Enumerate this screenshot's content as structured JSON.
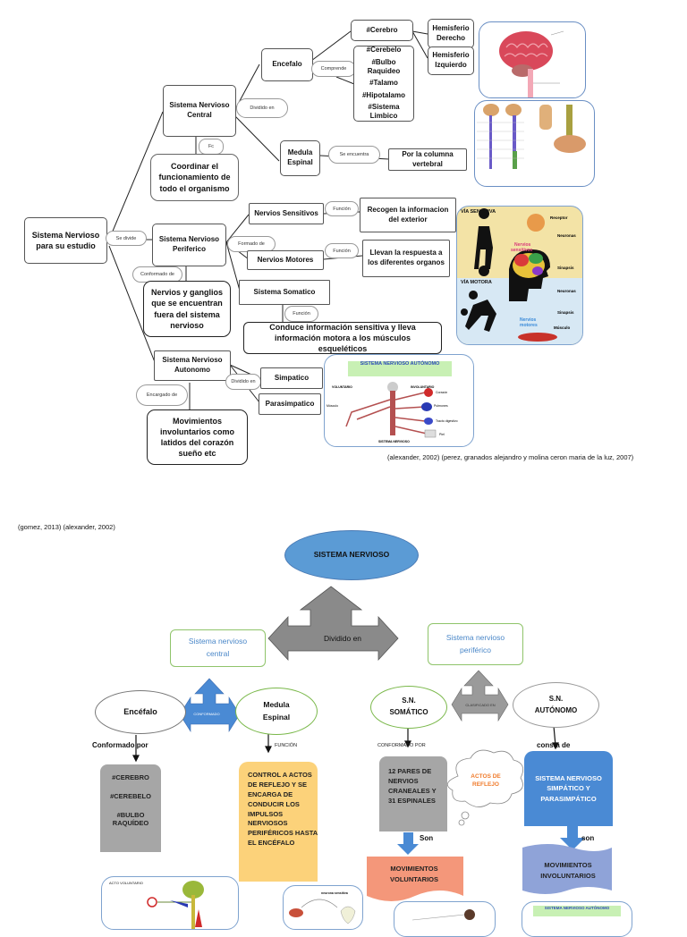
{
  "top_map": {
    "root": "Sistema Nervioso para su estudio",
    "root_link": "Se divide",
    "snc": {
      "title": "Sistema Nervioso Central",
      "link": "Dividido en",
      "fn_link": "Fc",
      "function": "Coordinar el funcionamiento de todo el organismo",
      "encefalo": {
        "title": "Encefalo",
        "link": "Comprende",
        "cerebro": "#Cerebro",
        "hemisferio_derecho": "Hemisferio Derecho",
        "hemisferio_izquierdo": "Hemisferio Izquierdo",
        "parts": [
          "#Cerebelo",
          "#Bulbo Raquideo",
          "#Talamo",
          "#Hipotalamo",
          "#Sistema Limbico"
        ]
      },
      "medula": {
        "title": "Medula Espinal",
        "link": "Se encuentra",
        "location": "Por la columna vertebral"
      }
    },
    "snp": {
      "title": "Sistema Nervioso Periferico",
      "link": "Formado de",
      "conformado_link": "Conformado de",
      "conformado": "Nervios y ganglios que se encuentran fuera del sistema nervioso",
      "sensitivos": {
        "title": "Nervios Sensitivos",
        "link": "Función",
        "function": "Recogen la informacion del exterior"
      },
      "motores": {
        "title": "Nervios Motores",
        "link": "Función",
        "function": "Llevan la respuesta a los diferentes organos"
      },
      "somatico": {
        "title": "Sistema Somatico",
        "link": "Función",
        "function": "Conduce información sensitiva y lleva información motora a los músculos esqueléticos"
      }
    },
    "sna": {
      "title": "Sistema Nervioso Autonomo",
      "link": "Dividido en",
      "encargado_link": "Encargado de",
      "encargado": "Movimientos involuntarios como latidos del corazón sueño etc",
      "simpatico": "Simpatico",
      "parasimpatico": "Parasimpatico"
    },
    "images": {
      "brain": {
        "alt": "brain illustration"
      },
      "spine": {
        "alt": "spinal cord illustration"
      },
      "pathways": {
        "via_sensitiva": "VÍA SENSITIVA",
        "via_motora": "VÍA MOTORA",
        "receptor": "Receptor",
        "neuronas": "Neuronas",
        "sinapsis": "Sinapsis",
        "nervios_sensitivos": "Nervios sensitivos",
        "nervios_motores": "Nervios motores",
        "musculo": "Músculo"
      },
      "autonomo": {
        "title": "SISTEMA NERVIOSO AUTÓNOMO",
        "voluntario": "VOLUNTARIO",
        "involuntario": "INVOLUNTARIO",
        "musculo": "Músculo",
        "corazon": "Corazón",
        "pulmones": "Pulmones",
        "tracto": "Tracto digestivo",
        "piel": "Piel",
        "sistema": "SISTEMA NERVIOSO"
      }
    },
    "citation": "(alexander, 2002) (perez, granados alejandro y molina ceron maria de la luz, 2007)"
  },
  "mid_citation": "(gomez, 2013) (alexander, 2002)",
  "bottom_map": {
    "root": "SISTEMA NERVIOSO",
    "root_arrow": "Dividido en",
    "central": "Sistema nervioso central",
    "periferico": "Sistema nervioso periférico",
    "central_arrow": "CONFORMADO",
    "encefalo": "Encéfalo",
    "medula": "Medula Espinal",
    "encefalo_link": "Conformado por",
    "medula_link": "FUNCIÓN",
    "encefalo_parts": [
      "#CEREBRO",
      "#CEREBELO",
      "#BULBO RAQUÍDEO"
    ],
    "medula_function": "CONTROL A ACTOS DE REFLEJO Y SE ENCARGA DE CONDUCIR LOS IMPULSOS NERVIOSOS PERIFÉRICOS HASTA EL ENCÉFALO",
    "periferico_arrow": "CLASIFICADO EN",
    "somatico": "S.N. SOMÁTICO",
    "autonomo": "S.N. AUTÓNOMO",
    "somatico_link": "CONFORMADO POR",
    "autonomo_link": "consta de",
    "somatico_parts": "12 PARES DE NERVIOS CRANEALES Y 31 ESPINALES",
    "cloud": "ACTOS DE REFLEJO",
    "autonomo_parts": "SISTEMA NERVIOSO SIMPÁTICO Y PARASIMPÁTICO",
    "son_left": "Son",
    "son_right": "son",
    "voluntarios": "MOVIMIENTOS VOLUNTARIOS",
    "involuntarios": "MOVIMIENTOS INVOLUNTARIOS",
    "img_acto": "ACTO VOLUNTARIO",
    "img_neurona": "neurona sensitiva",
    "img_sna": "SISTEMA NERVIOSO AUTÓNOMO"
  }
}
